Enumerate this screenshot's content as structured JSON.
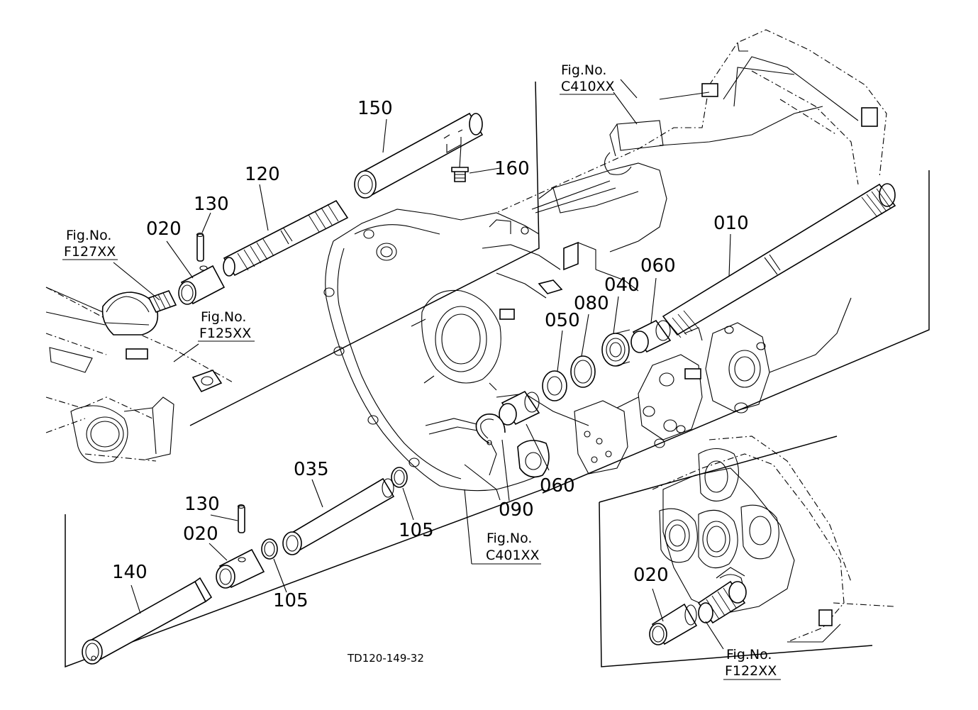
{
  "drawing_code": "TD120-149-32",
  "part_labels": {
    "p150": "150",
    "p160": "160",
    "p120": "120",
    "p130_top": "130",
    "p020_top": "020",
    "p010": "010",
    "p060_top": "060",
    "p040": "040",
    "p080": "080",
    "p050": "050",
    "p035": "035",
    "p105_a": "105",
    "p090": "090",
    "p060_bottom": "060",
    "p130_bottom": "130",
    "p020_bottom": "020",
    "p105_b": "105",
    "p140": "140",
    "p020_right": "020"
  },
  "figure_refs": {
    "c410": {
      "prefix": "Fig.No.",
      "code": "C410XX"
    },
    "f127": {
      "prefix": "Fig.No.",
      "code": "F127XX"
    },
    "f125": {
      "prefix": "Fig.No.",
      "code": "F125XX"
    },
    "c401": {
      "prefix": "Fig.No.",
      "code": "C401XX"
    },
    "f122": {
      "prefix": "Fig.No.",
      "code": "F122XX"
    }
  }
}
